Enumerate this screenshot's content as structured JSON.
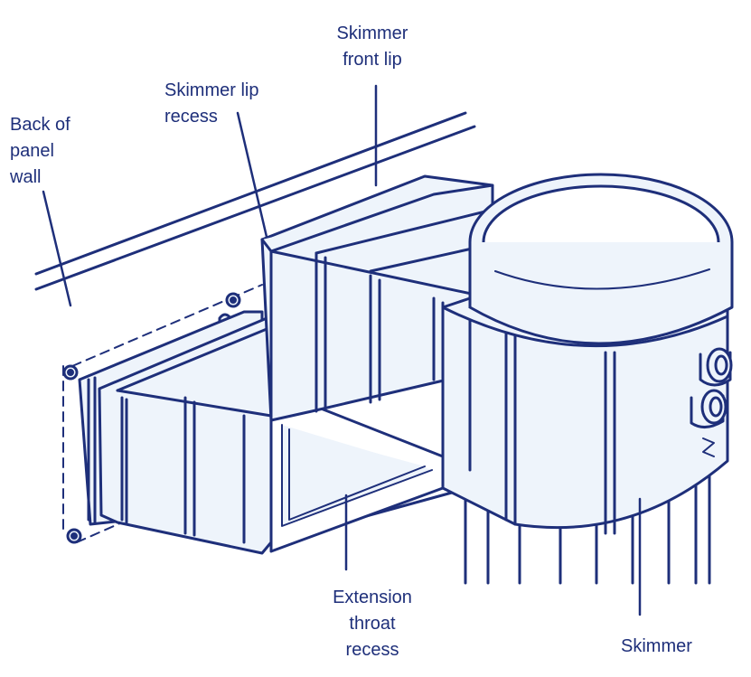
{
  "colors": {
    "ink": "#1e2f7a",
    "fill": "#eef4fb",
    "background": "#ffffff"
  },
  "labels": {
    "back_of_panel_wall": [
      "Back of",
      "panel",
      "wall"
    ],
    "skimmer_lip_recess": [
      "Skimmer lip",
      "recess"
    ],
    "skimmer_front_lip": [
      "Skimmer",
      "front lip"
    ],
    "extension_throat_recess": [
      "Extension",
      "throat",
      "recess"
    ],
    "skimmer": [
      "Skimmer"
    ]
  }
}
